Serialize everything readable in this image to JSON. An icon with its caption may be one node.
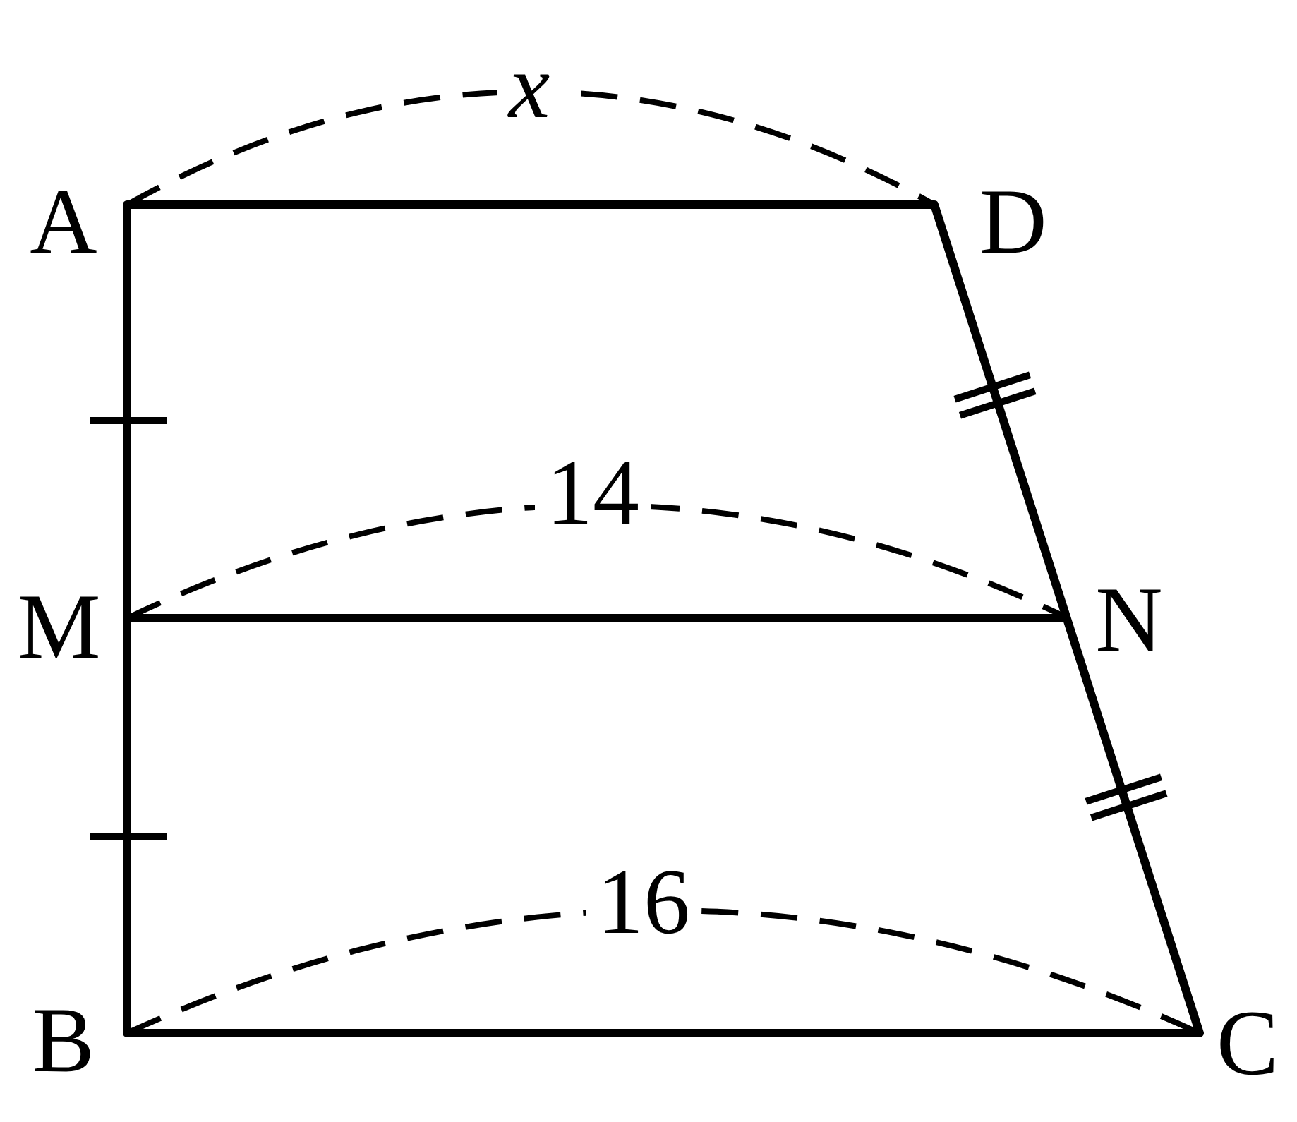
{
  "diagram": {
    "labels": [
      "x",
      "A",
      "D",
      "14",
      "M",
      "N",
      "16",
      "B",
      "C"
    ]
  }
}
